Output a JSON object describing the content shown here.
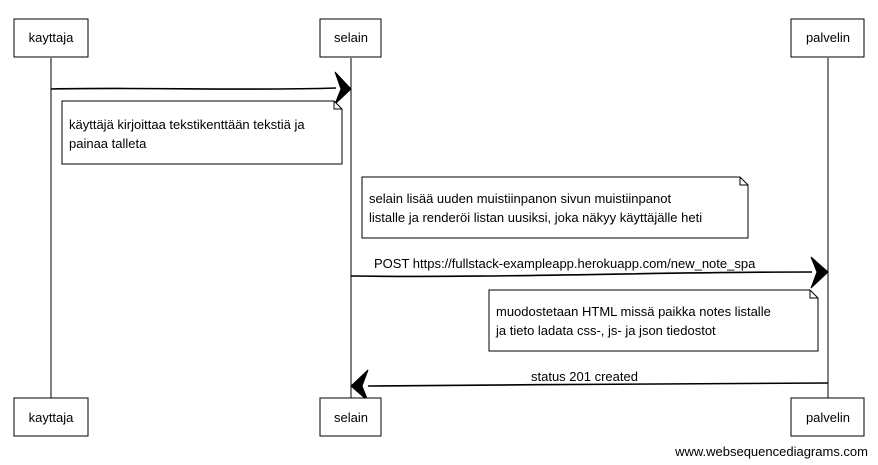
{
  "participants": [
    {
      "id": "kayttaja",
      "label": "kayttaja"
    },
    {
      "id": "selain",
      "label": "selain"
    },
    {
      "id": "palvelin",
      "label": "palvelin"
    }
  ],
  "messages": [
    {
      "from": "kayttaja",
      "to": "selain",
      "label": ""
    },
    {
      "from": "selain",
      "to": "palvelin",
      "label": "POST https://fullstack-exampleapp.herokuapp.com/new_note_spa"
    },
    {
      "from": "palvelin",
      "to": "selain",
      "label": "status 201 created"
    }
  ],
  "notes": [
    {
      "lines": [
        "käyttäjä kirjoittaa tekstikenttään tekstiä ja",
        "painaa talleta"
      ]
    },
    {
      "lines": [
        "selain lisää uuden muistiinpanon sivun muistiinpanot",
        "listalle ja renderöi listan uusiksi, joka näkyy käyttäjälle heti"
      ]
    },
    {
      "lines": [
        "muodostetaan HTML missä paikka notes listalle",
        "ja tieto ladata css-, js- ja json tiedostot"
      ]
    }
  ],
  "watermark": "www.websequencediagrams.com"
}
